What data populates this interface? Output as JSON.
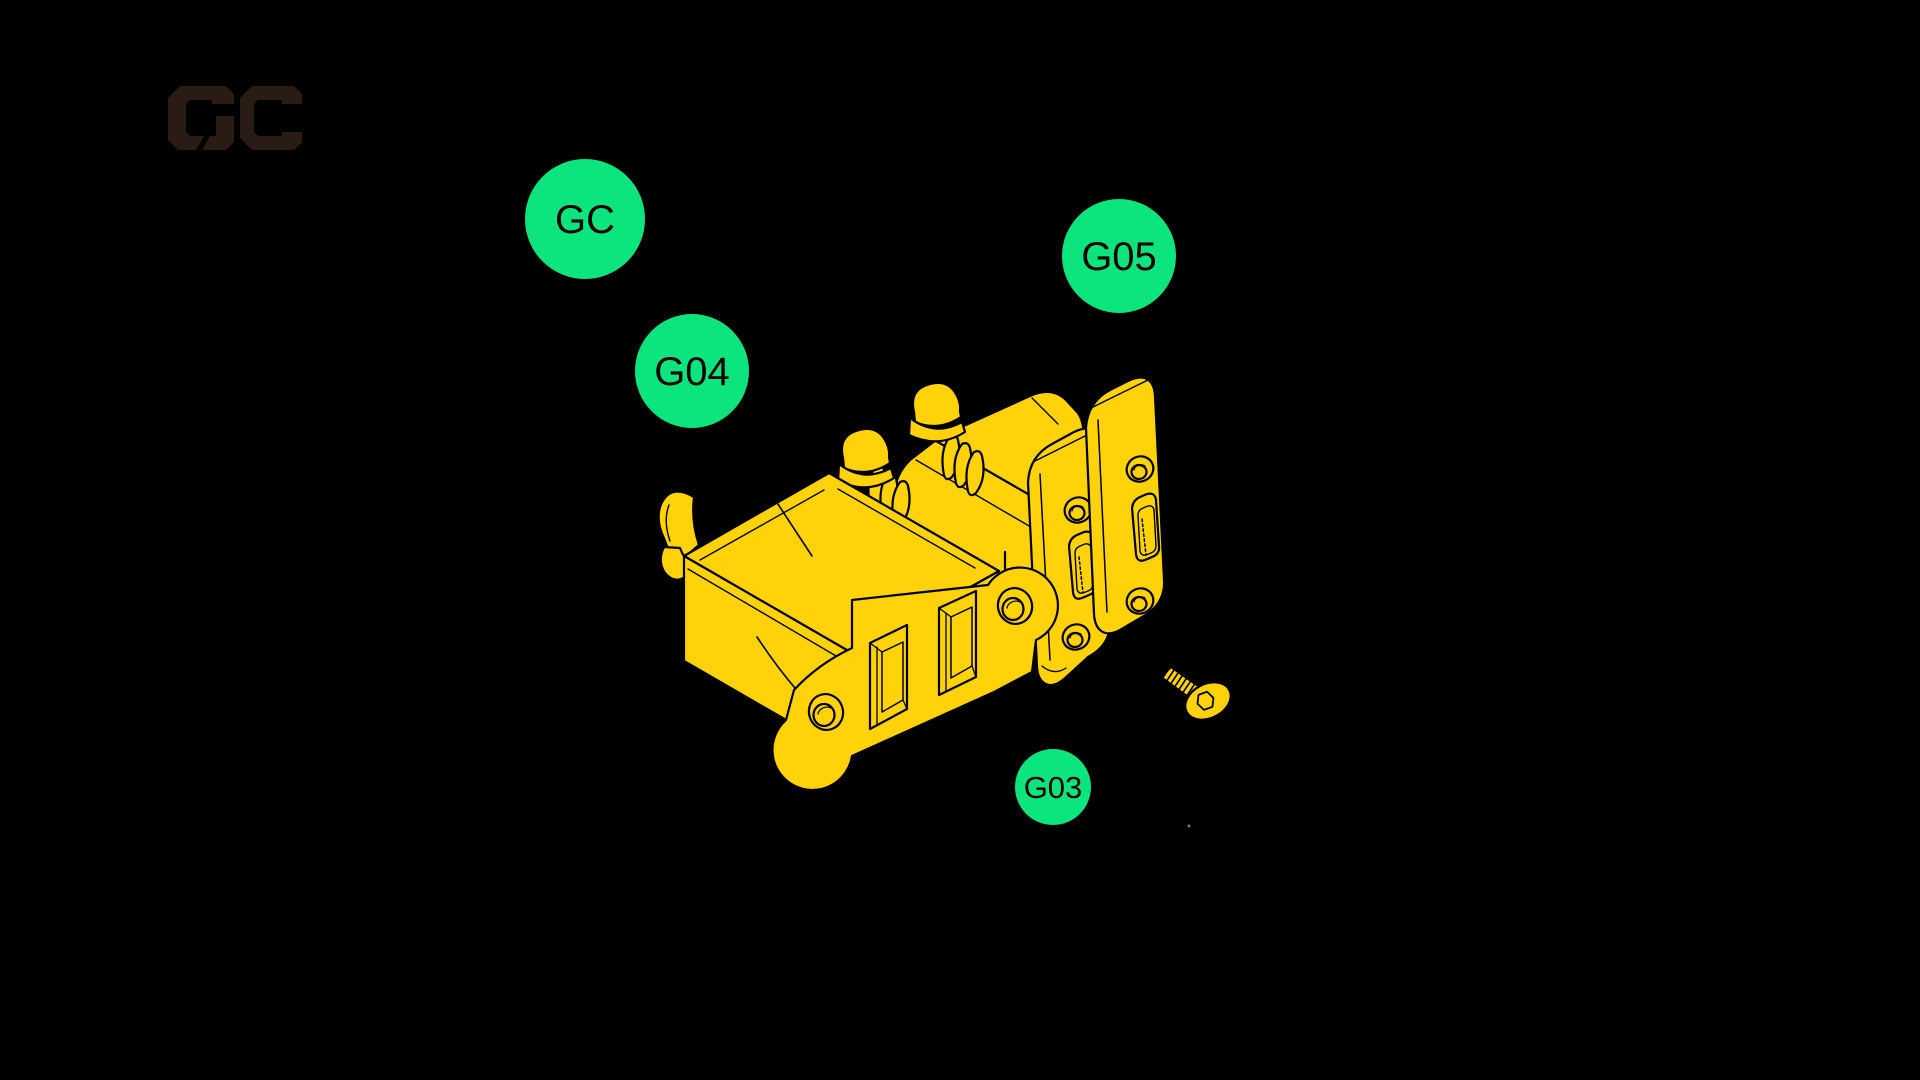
{
  "page": {
    "background": "#000000"
  },
  "logo": {
    "text": "GC",
    "color": "#2b1b15"
  },
  "badges": [
    {
      "label": "GC",
      "color": "#0ce57e",
      "text_color": "#000000"
    },
    {
      "label": "G04",
      "color": "#0ce57e",
      "text_color": "#000000"
    },
    {
      "label": "G05",
      "color": "#0ce57e",
      "text_color": "#000000"
    },
    {
      "label": "G03",
      "color": "#0ce57e",
      "text_color": "#000000"
    }
  ],
  "illustration": {
    "part_fill": "#ffd20a",
    "line_color": "#000000",
    "parts": {
      "bracket": "printed-usb-port-bracket",
      "pins": "spring-loaded-pins",
      "attached_plate": "micro-usb-port-plate",
      "exploded_plate": "micro-usb-cover-plate",
      "fastener": "countersunk-hex-screw"
    }
  }
}
